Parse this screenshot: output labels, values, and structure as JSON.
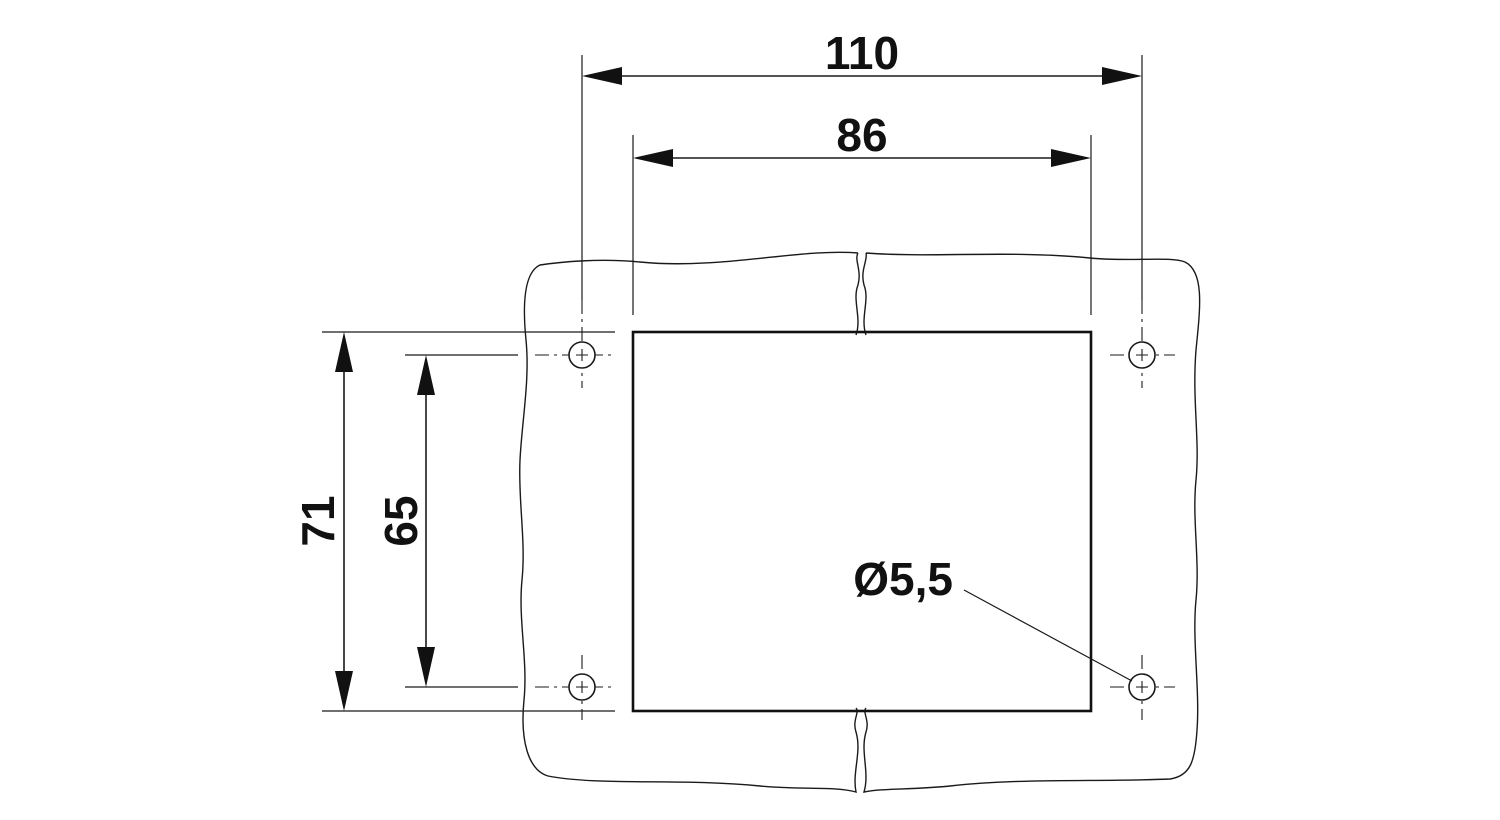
{
  "drawing": {
    "dimensions": {
      "outer_width": "110",
      "cutout_width": "86",
      "outer_height": "71",
      "hole_spacing_height": "65",
      "hole_diameter": "Ø5,5"
    }
  }
}
